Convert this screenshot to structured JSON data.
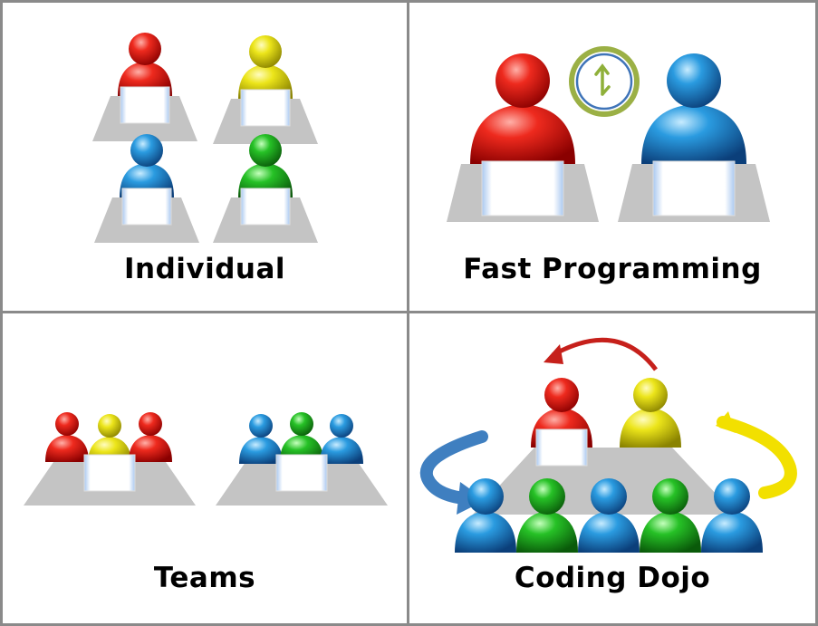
{
  "panels": [
    {
      "id": "individual",
      "label": "Individual"
    },
    {
      "id": "fast-programming",
      "label": "Fast Programming"
    },
    {
      "id": "teams",
      "label": "Teams"
    },
    {
      "id": "coding-dojo",
      "label": "Coding Dojo"
    }
  ],
  "colors": {
    "red": "#e01212",
    "yellow": "#e8e20c",
    "blue": "#1e8ed6",
    "green": "#1fb51f",
    "table": "#c4c4c4",
    "border": "#8a8a8a",
    "clock_ring": "#9bb045",
    "arrow_red": "#c6201b",
    "arrow_yellow": "#f2e000",
    "arrow_blue": "#3f7fc0"
  },
  "icons": [
    "person-icon",
    "table-icon",
    "laptop-icon",
    "swap-clock-icon",
    "rotation-arrow-icon"
  ]
}
